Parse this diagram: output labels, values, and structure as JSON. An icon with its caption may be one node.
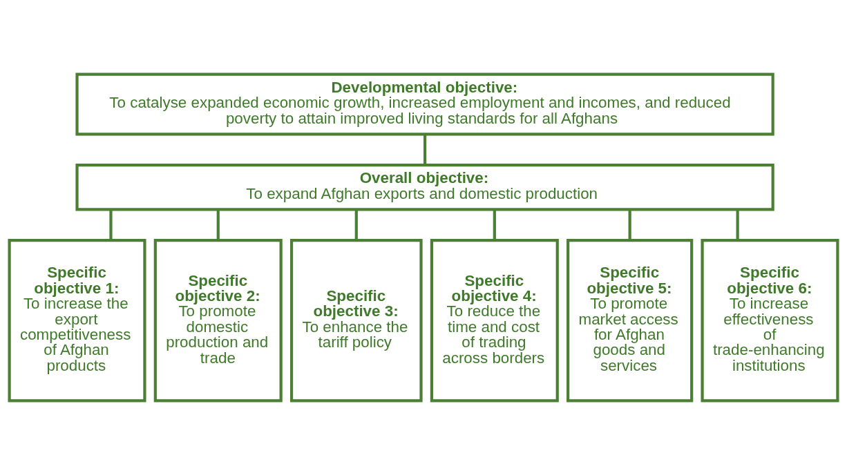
{
  "diagram": {
    "nodes": [
      {
        "text": [
          "Developmental objective:",
          "To catalyse expanded economic growth, increased employment and incomes, and reduced poverty to attain improved living standards for all Afghans"
        ]
      },
      {
        "text": [
          "Overall objective:",
          "To expand Afghan exports and domestic production"
        ]
      },
      {
        "text": [
          "Specific objective 1:",
          "To increase the export competitiveness of Afghan products"
        ]
      },
      {
        "text": [
          "Specific objective 2:",
          "To promote domestic production and trade"
        ]
      },
      {
        "text": [
          "Specific objective 3:",
          "To enhance the tariff policy"
        ]
      },
      {
        "text": [
          "Specific objective 4:",
          "To reduce the time and cost of trading across borders"
        ]
      },
      {
        "text": [
          "Specific objective 5:",
          "To promote market access for Afghan goods and services"
        ]
      },
      {
        "text": [
          "Specific objective 6:",
          "To increase effectiveness of trade-enhancing institutions"
        ]
      }
    ],
    "edges": [
      {
        "from": 0,
        "to": 1,
        "arrow": "none"
      },
      {
        "from": 1,
        "to": 2,
        "arrow": "none"
      },
      {
        "from": 1,
        "to": 3,
        "arrow": "none"
      },
      {
        "from": 1,
        "to": 4,
        "arrow": "none"
      },
      {
        "from": 1,
        "to": 5,
        "arrow": "none"
      },
      {
        "from": 1,
        "to": 6,
        "arrow": "none"
      },
      {
        "from": 1,
        "to": 7,
        "arrow": "none"
      }
    ]
  }
}
